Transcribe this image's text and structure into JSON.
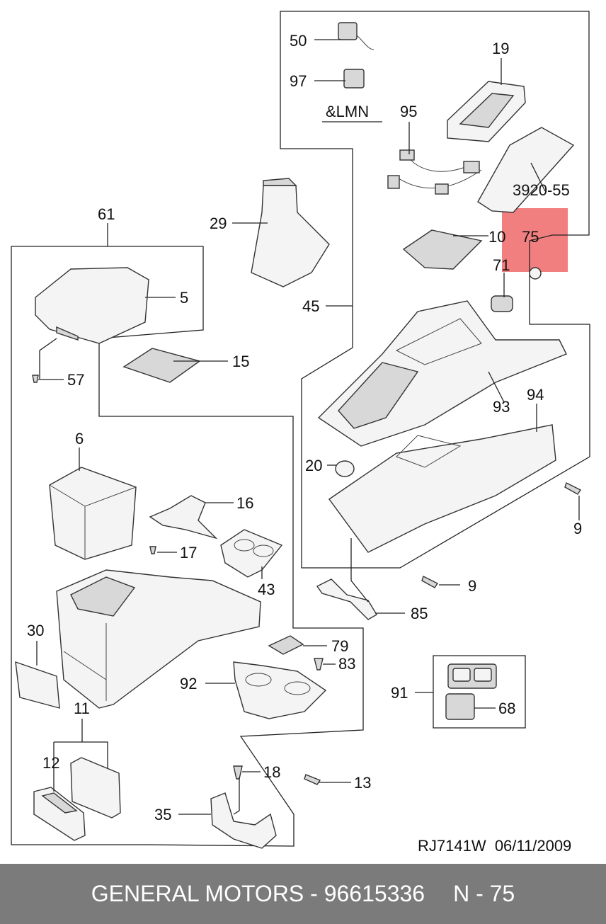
{
  "callouts": [
    "50",
    "97",
    "&LMN",
    "95",
    "19",
    "3920-55",
    "29",
    "10",
    "75",
    "71",
    "61",
    "5",
    "45",
    "15",
    "57",
    "93",
    "94",
    "20",
    "9",
    "9",
    "6",
    "16",
    "17",
    "43",
    "85",
    "30",
    "79",
    "83",
    "92",
    "91",
    "68",
    "11",
    "12",
    "18",
    "13",
    "35"
  ],
  "highlight_color": "#f27f7f",
  "drawing_ref": "RJ7141W  06/11/2009",
  "footer": {
    "maker": "GENERAL MOTORS - 96615336",
    "ref": "N - 75"
  }
}
